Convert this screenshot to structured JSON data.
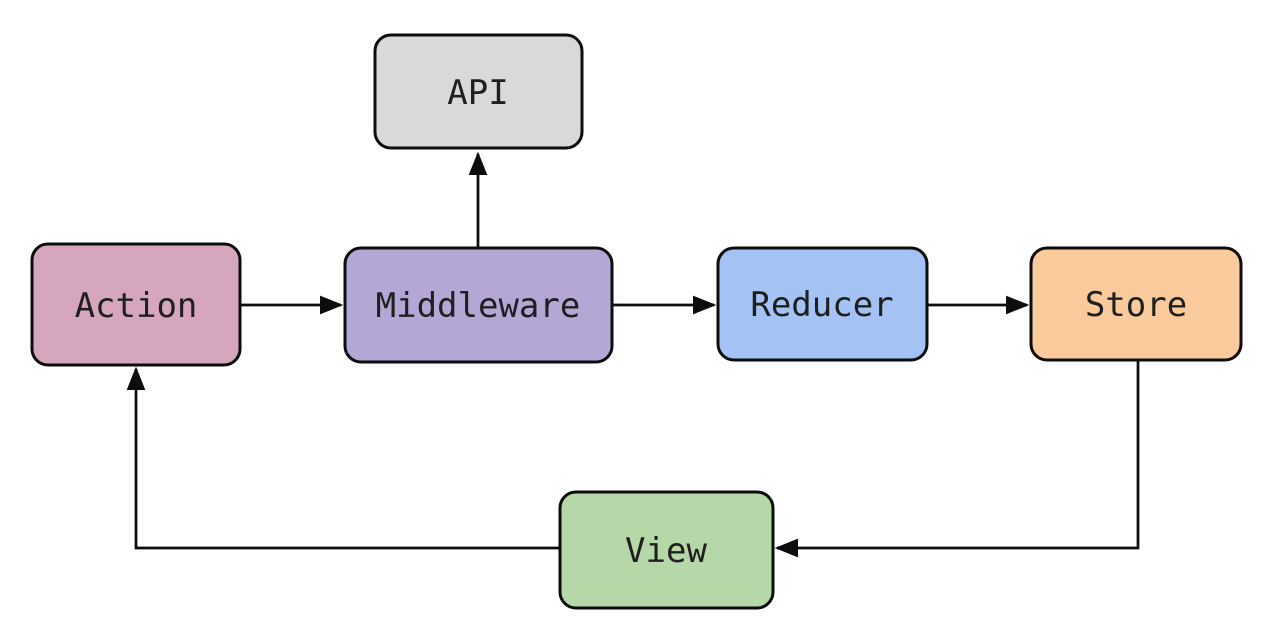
{
  "diagram": {
    "background": "#ffffff",
    "border_color": "#0d0d0d",
    "arrow_color": "#0d0d0d",
    "text_color": "#1f1f1f",
    "nodes": {
      "api": {
        "label": "API",
        "color": "#d9d9d9"
      },
      "action": {
        "label": "Action",
        "color": "#d5a6bd"
      },
      "middleware": {
        "label": "Middleware",
        "color": "#b4a7d6"
      },
      "reducer": {
        "label": "Reducer",
        "color": "#a4c2f4"
      },
      "store": {
        "label": "Store",
        "color": "#f9cb9c"
      },
      "view": {
        "label": "View",
        "color": "#b6d7a8"
      }
    },
    "edges": [
      {
        "from": "Action",
        "to": "Middleware"
      },
      {
        "from": "Middleware",
        "to": "API"
      },
      {
        "from": "Middleware",
        "to": "Reducer"
      },
      {
        "from": "Reducer",
        "to": "Store"
      },
      {
        "from": "Store",
        "to": "View"
      },
      {
        "from": "View",
        "to": "Action"
      }
    ]
  }
}
